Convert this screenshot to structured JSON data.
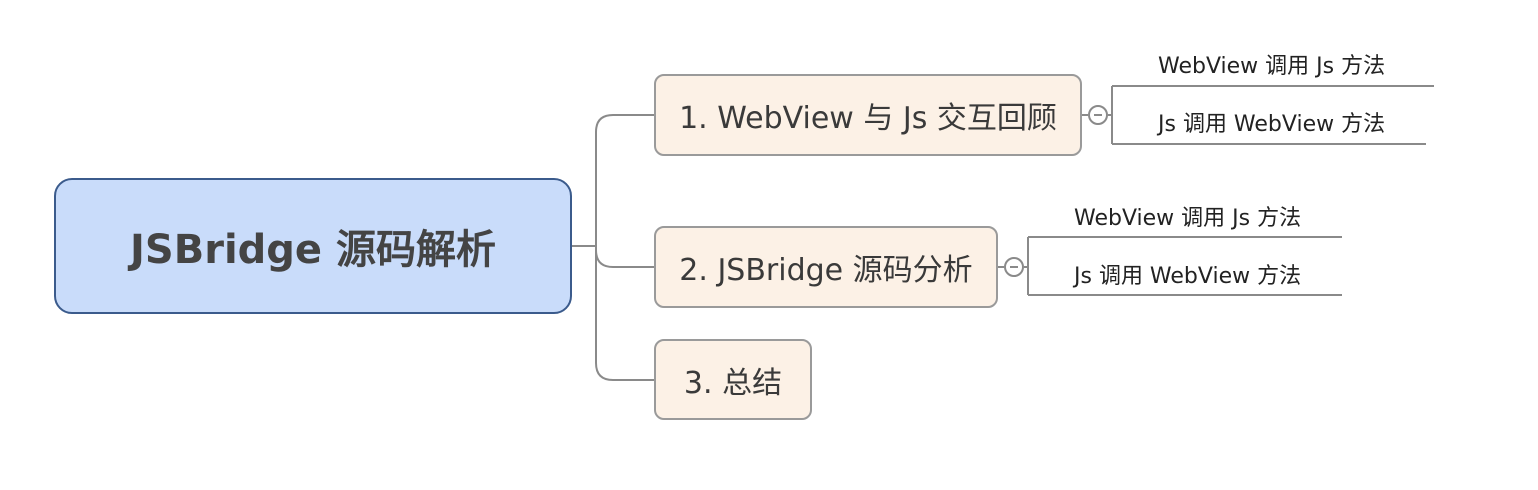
{
  "root": {
    "label": "JSBridge 源码解析"
  },
  "branches": [
    {
      "label": "1. WebView 与 Js 交互回顾",
      "children": [
        "WebView 调用  Js 方法",
        "Js 调用 WebView 方法"
      ]
    },
    {
      "label": "2. JSBridge 源码分析",
      "children": [
        "WebView 调用 Js 方法",
        "Js 调用 WebView 方法"
      ]
    },
    {
      "label": "3. 总结",
      "children": []
    }
  ],
  "colors": {
    "root_fill": "#c9dcfa",
    "root_border": "#3b5b8c",
    "branch_fill": "#fcf1e6",
    "branch_border": "#9a9a9a",
    "connector": "#8a8a8a"
  }
}
